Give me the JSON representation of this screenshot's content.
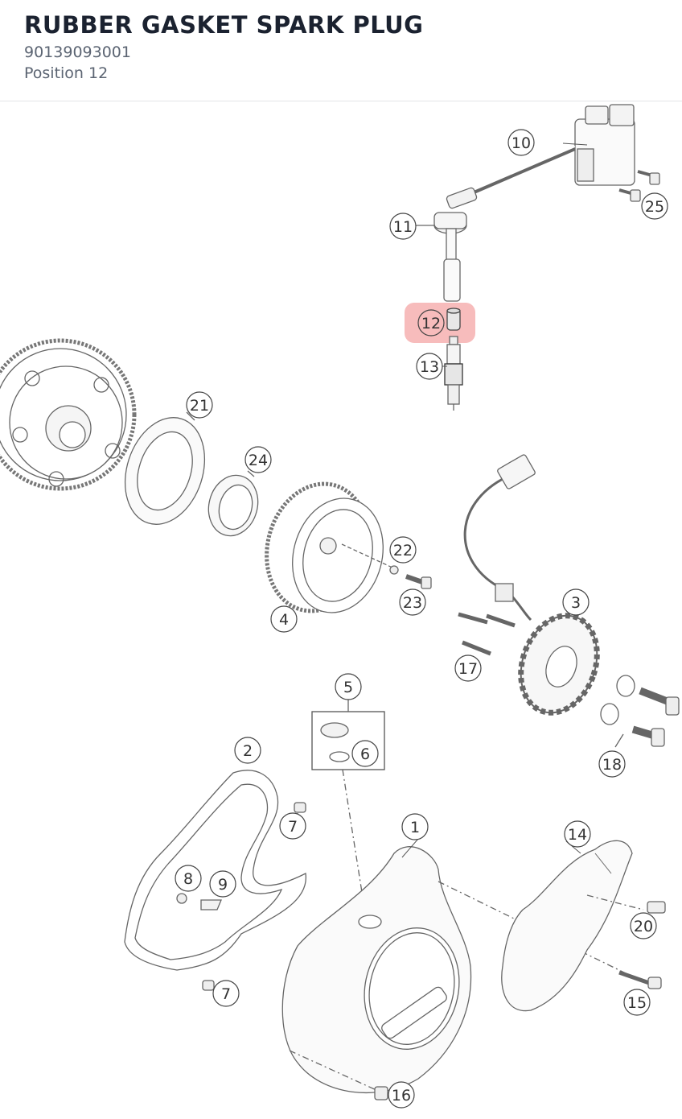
{
  "header": {
    "title": "RUBBER GASKET SPARK PLUG",
    "part_number": "90139093001",
    "position": "Position 12"
  },
  "diagram": {
    "highlight_color": "#f08a8a",
    "line_color": "#555555",
    "callouts": [
      {
        "id": "c1",
        "label": "1"
      },
      {
        "id": "c2",
        "label": "2"
      },
      {
        "id": "c3",
        "label": "3"
      },
      {
        "id": "c4",
        "label": "4"
      },
      {
        "id": "c5",
        "label": "5"
      },
      {
        "id": "c6",
        "label": "6"
      },
      {
        "id": "c7a",
        "label": "7"
      },
      {
        "id": "c7b",
        "label": "7"
      },
      {
        "id": "c8",
        "label": "8"
      },
      {
        "id": "c9",
        "label": "9"
      },
      {
        "id": "c10",
        "label": "10"
      },
      {
        "id": "c11",
        "label": "11"
      },
      {
        "id": "c12",
        "label": "12",
        "highlighted": true
      },
      {
        "id": "c13",
        "label": "13"
      },
      {
        "id": "c14",
        "label": "14"
      },
      {
        "id": "c15",
        "label": "15"
      },
      {
        "id": "c16",
        "label": "16"
      },
      {
        "id": "c17",
        "label": "17"
      },
      {
        "id": "c18",
        "label": "18"
      },
      {
        "id": "c20",
        "label": "20"
      },
      {
        "id": "c21",
        "label": "21"
      },
      {
        "id": "c22",
        "label": "22"
      },
      {
        "id": "c23",
        "label": "23"
      },
      {
        "id": "c24",
        "label": "24"
      },
      {
        "id": "c25",
        "label": "25"
      }
    ]
  }
}
